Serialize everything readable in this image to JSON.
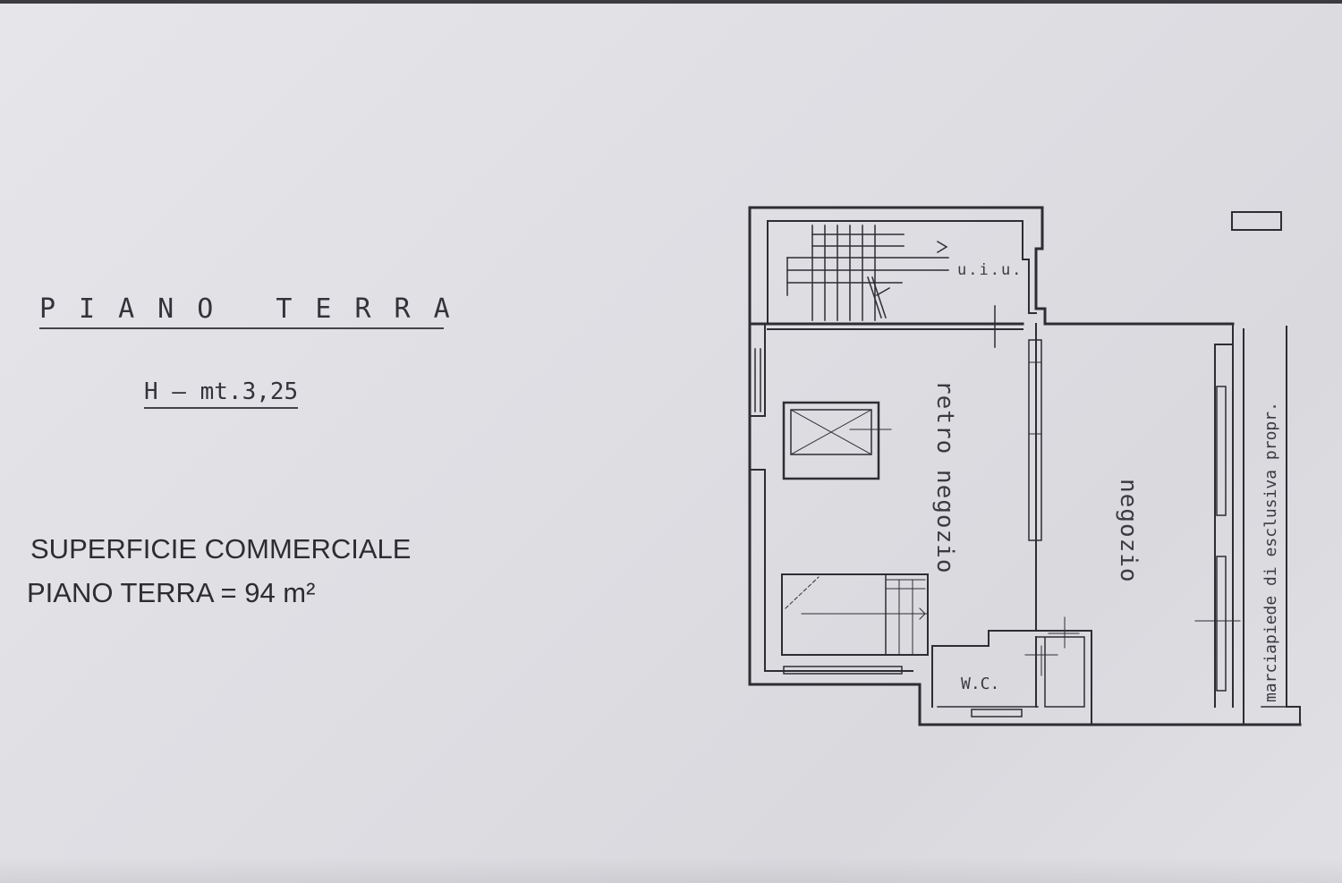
{
  "plan": {
    "title": "PIANO TERRA",
    "height": "H – mt.3,25"
  },
  "surface": {
    "line1": "SUPERFICIE COMMERCIALE",
    "line2": "PIANO TERRA = 94 m²"
  },
  "rooms": {
    "uiu": "u.i.u.",
    "retro": "retro negozio",
    "negozio": "negozio",
    "wc": "W.C.",
    "sidewalk": "marciapiede di esclusiva propr."
  }
}
